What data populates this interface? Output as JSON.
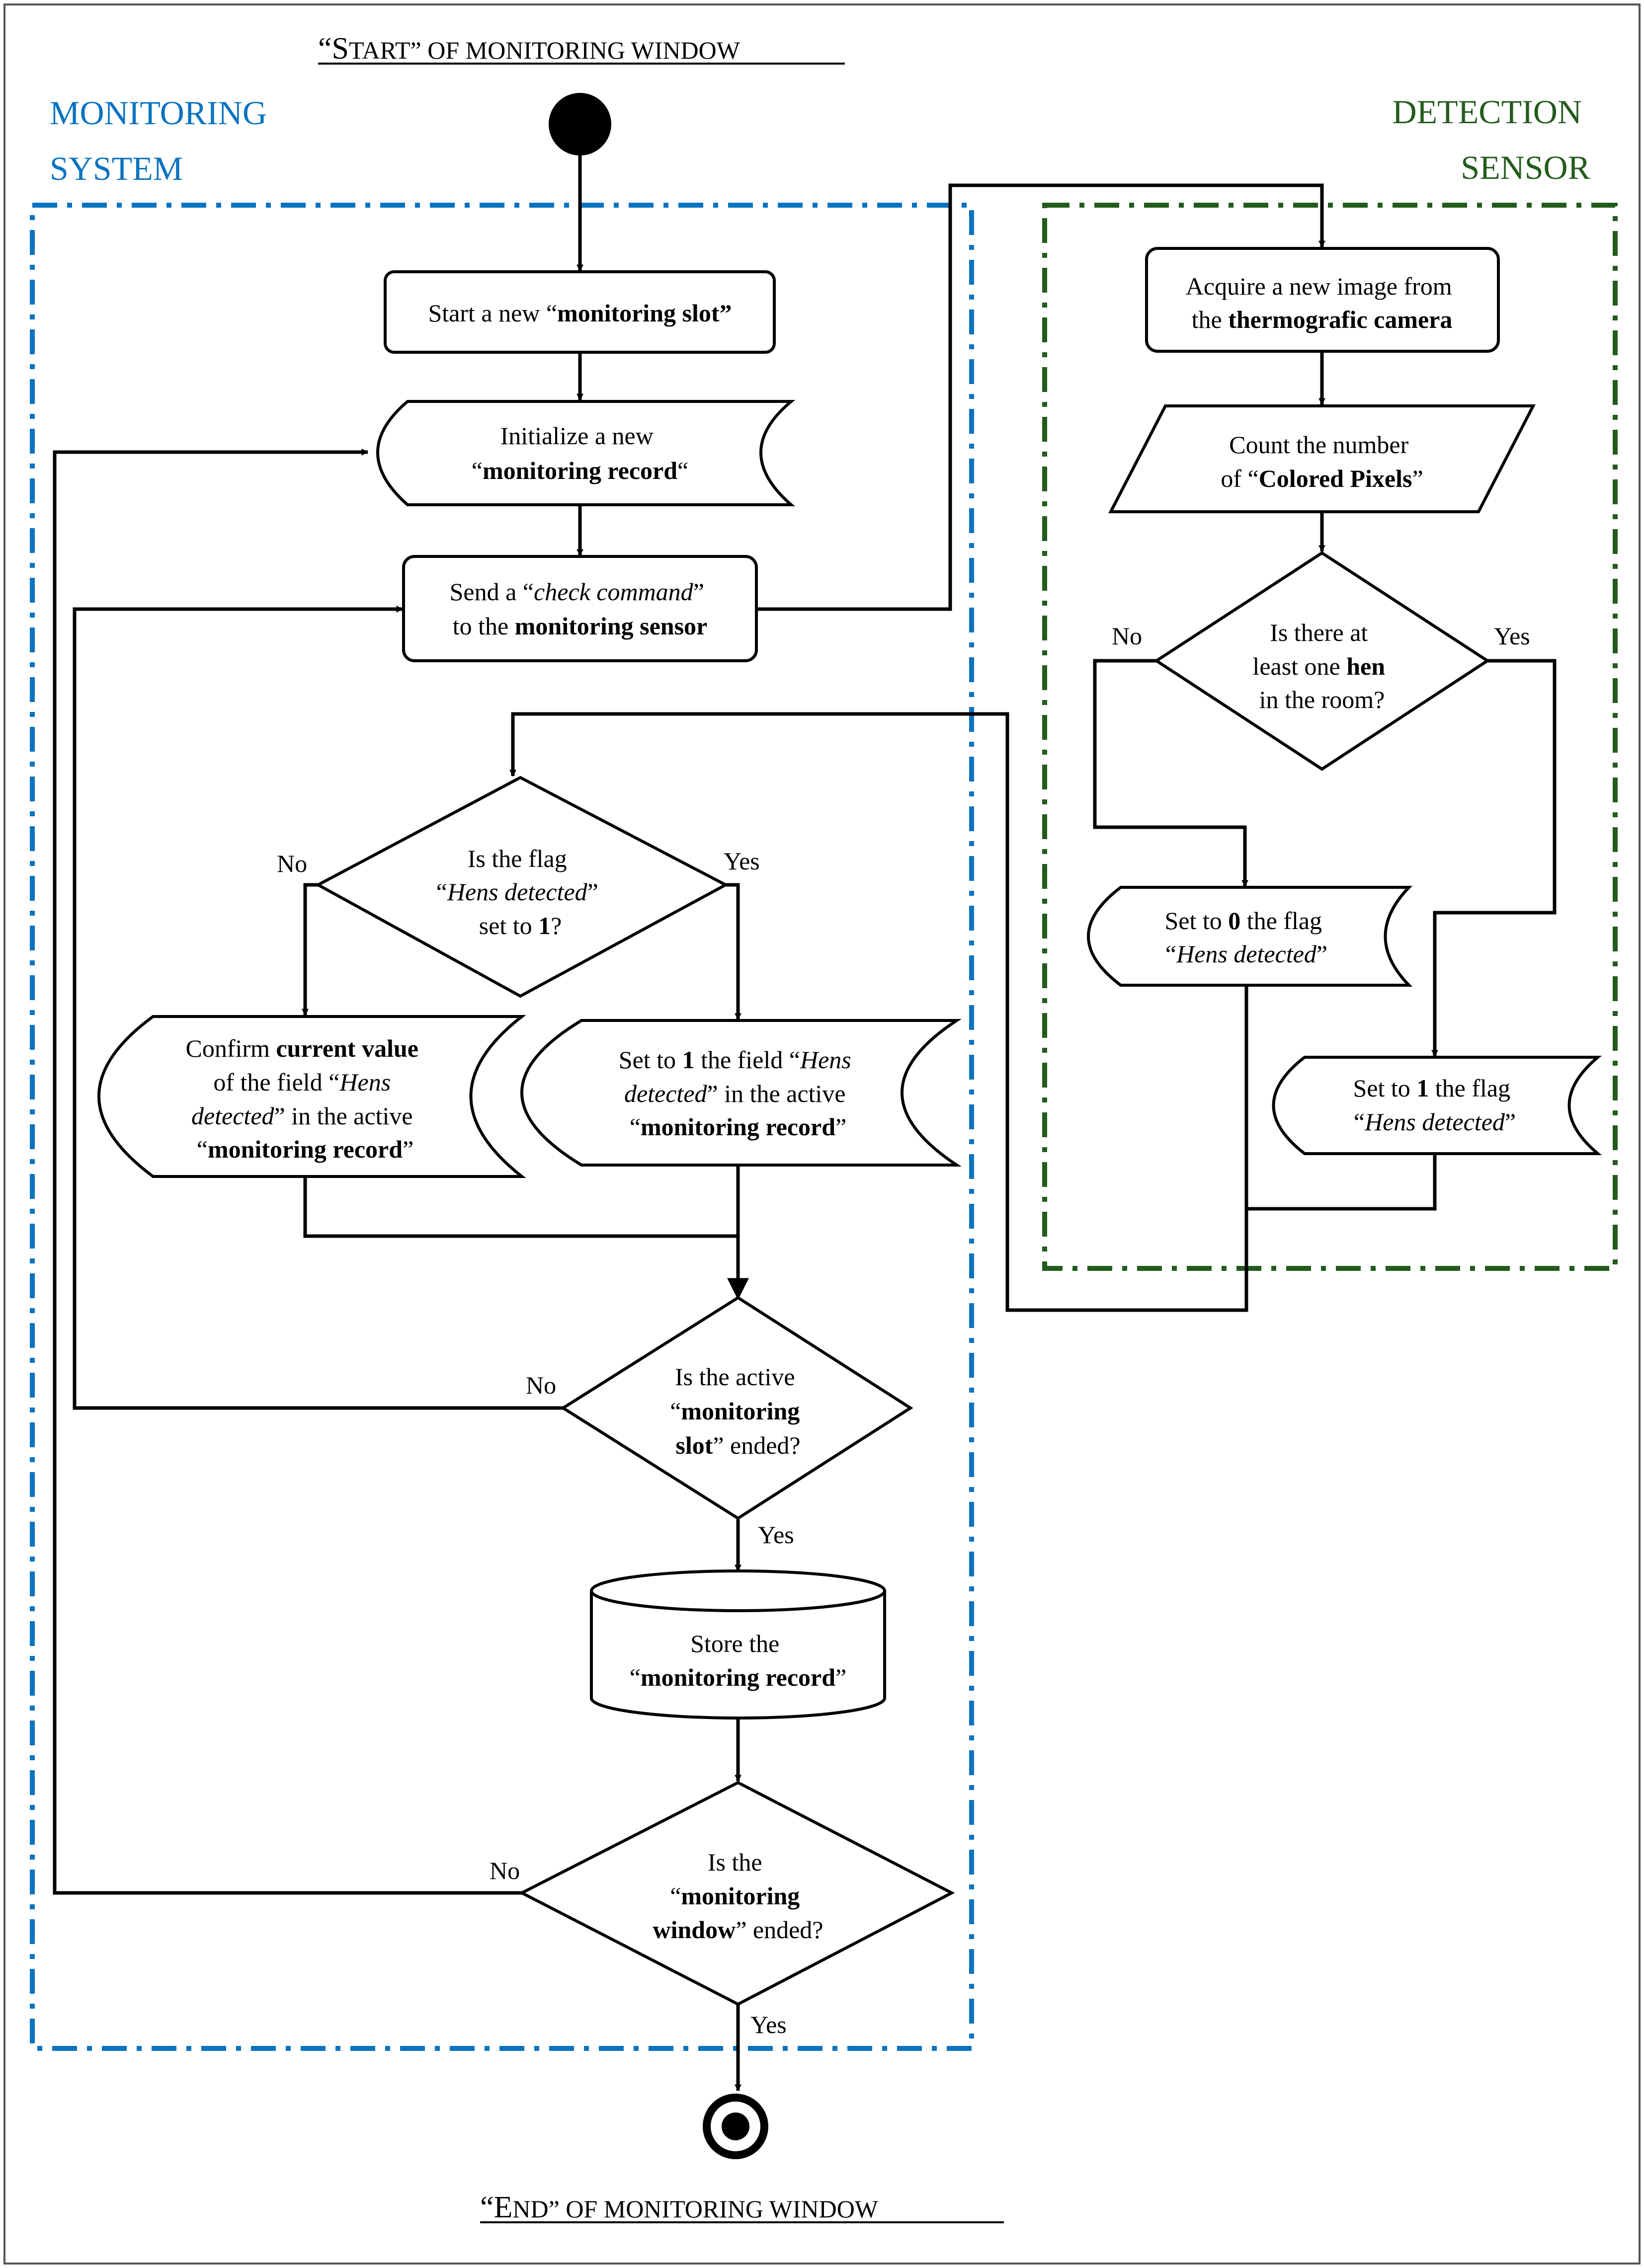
{
  "colors": {
    "monitoring": "#0a73c0",
    "detection": "#235b1c",
    "line": "#000000"
  },
  "titles": {
    "start": {
      "q1": "“",
      "big": "S",
      "small": "TART”",
      "rest": " OF MONITORING WINDOW"
    },
    "end": {
      "q1": "“",
      "big": "E",
      "small": "ND”",
      "rest": " OF MONITORING WINDOW"
    }
  },
  "regions": {
    "monitoring": {
      "line1": "MONITORING",
      "line2": "SYSTEM"
    },
    "detection": {
      "line1": "DETECTION",
      "line2": "SENSOR"
    }
  },
  "nodes": {
    "start_slot": {
      "pre": "Start a new “",
      "bold": "monitoring slot”"
    },
    "init_record": {
      "l1": "Initialize a new",
      "l2_q": "“",
      "l2_bold": "monitoring record",
      "l2_end": "“"
    },
    "send_check": {
      "l1_pre": "Send a “",
      "l1_it": "check command",
      "l1_end": "”",
      "l2_pre": "to the ",
      "l2_bold": "monitoring sensor"
    },
    "flag_decision": {
      "l1": "Is the flag",
      "l2_pre": "“",
      "l2_it": "Hens detected",
      "l2_end": "”",
      "l3_pre": "set to ",
      "l3_bold": "1",
      "l3_end": "?",
      "no": "No",
      "yes": "Yes"
    },
    "confirm_value": {
      "l1_pre": "Confirm ",
      "l1_bold": "current value",
      "l2_pre": "of the field “",
      "l2_it": "Hens",
      "l3_it": "detected",
      "l3_rest": "” in the active",
      "l4_q": "“",
      "l4_bold": "monitoring record",
      "l4_end": "”"
    },
    "set_field": {
      "l1_pre": "Set to ",
      "l1_bold": "1",
      "l1_mid": " the field “",
      "l1_it": "Hens",
      "l2_it": "detected",
      "l2_rest": "” in the active",
      "l3_q": "“",
      "l3_bold": "monitoring record",
      "l3_end": "”"
    },
    "slot_ended": {
      "l1": "Is the active",
      "l2_q": "“",
      "l2_bold": "monitoring",
      "l3_bold": "slot",
      "l3_rest": "” ended?",
      "no": "No",
      "yes": "Yes"
    },
    "store_record": {
      "l1": "Store the",
      "l2_q": "“",
      "l2_bold": "monitoring record",
      "l2_end": "”"
    },
    "window_ended": {
      "l1": "Is the",
      "l2_q": "“",
      "l2_bold": "monitoring",
      "l3_bold": "window",
      "l3_rest": "” ended?",
      "no": "No",
      "yes": "Yes"
    },
    "acquire_image": {
      "l1": "Acquire a new image from",
      "l2_pre": "the ",
      "l2_bold": "thermografic camera"
    },
    "count_pixels": {
      "l1": "Count the number",
      "l2_pre": "of “",
      "l2_bold": "Colored Pixels",
      "l2_end": "”"
    },
    "hen_decision": {
      "l1": "Is there at",
      "l2_pre": "least one ",
      "l2_bold": "hen",
      "l3": "in the room?",
      "no": "No",
      "yes": "Yes"
    },
    "set_zero": {
      "l1_pre": "Set to ",
      "l1_bold": "0",
      "l1_rest": " the flag",
      "l2_q": "“",
      "l2_it": "Hens detected",
      "l2_end": "”"
    },
    "set_one": {
      "l1_pre": "Set to ",
      "l1_bold": "1",
      "l1_rest": " the flag",
      "l2_q": "“",
      "l2_it": "Hens detected",
      "l2_end": "”"
    }
  }
}
